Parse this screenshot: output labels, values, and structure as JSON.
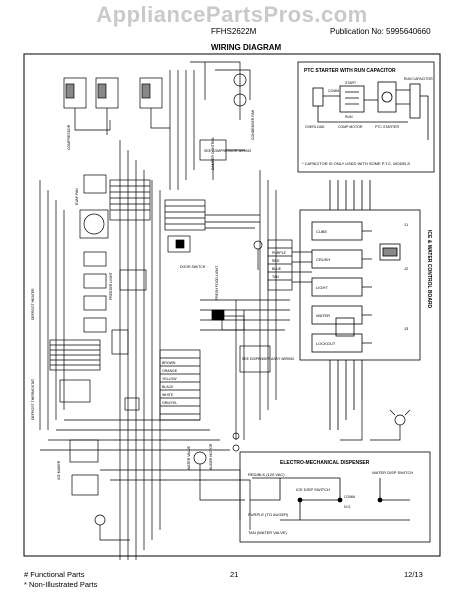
{
  "header": {
    "watermark": "AppliancePartsPros.com",
    "model": "FFHS2622M",
    "publication": "Publication No: 5995640660",
    "title": "WIRING DIAGRAM"
  },
  "ptc_box": {
    "title": "PTC STARTER WITH RUN CAPACITOR",
    "labels": [
      "START",
      "RUN",
      "COMM",
      "OVERLOAD",
      "COMP MOTOR",
      "PTC STARTER",
      "RUN CAPACITOR"
    ],
    "note": "* CAPACITOR IS ONLY USED WITH SOME P.T.C. MODELS"
  },
  "control_board": {
    "title": "ICE & WATER CONTROL BOARD",
    "labels": [
      "CUBE",
      "CRUSH",
      "LIGHT",
      "WATER",
      "LOCKOUT",
      "J1",
      "J2",
      "J3"
    ]
  },
  "dispenser_box": {
    "title": "ELECTRO-MECHANICAL DISPENSER",
    "labels": [
      "RED/BLK (120 VAC)",
      "ICE DISP SWITCH",
      "WATER DISP SWITCH",
      "COMM",
      "N.O.",
      "PURPLE (TO AUGER)",
      "TAN (WATER VALVE)"
    ]
  },
  "components": [
    "COMPRESSOR",
    "EVAP FAN",
    "CONDENSER FAN",
    "DEFROST HEATER",
    "DEFROST THERMOSTAT",
    "FREEZER LIGHT",
    "FRESH FOOD LIGHT",
    "AUGER MOTOR",
    "WATER VALVE",
    "ICE MAKER",
    "DOOR SWITCH",
    "DAMPER CONTROL",
    "SEE COMPRESSOR WIRING",
    "SEE DISPENSER ASSY WIRING"
  ],
  "wire_labels": [
    "BROWN",
    "ORANGE",
    "YELLOW",
    "BLACK",
    "WHITE",
    "PURPLE",
    "RED",
    "BLUE",
    "TAN",
    "GRN/YEL"
  ],
  "footer": {
    "left1": "# Functional Parts",
    "left2": "* Non-Illustrated Parts",
    "page": "21",
    "date": "12/13"
  }
}
